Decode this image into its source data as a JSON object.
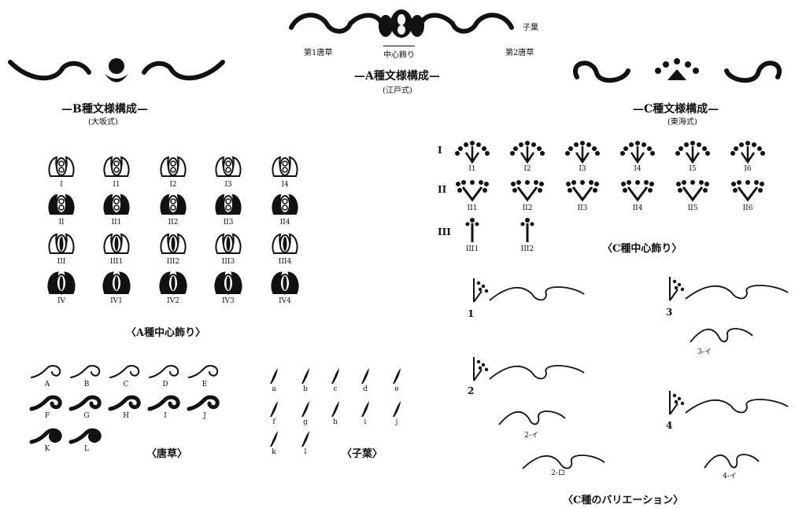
{
  "a_header": {
    "title": "—A種文様構成—",
    "subtitle": "(江戸式)",
    "center": "中心飾り",
    "tang1": "第1唐草",
    "tang2": "第2唐草",
    "leaf": "子葉"
  },
  "b_header": {
    "title": "—B種文様構成—",
    "subtitle": "(大坂式)"
  },
  "c_header": {
    "title": "—C種文様構成—",
    "subtitle": "(東海式)"
  },
  "a_center": {
    "caption": "〈A種中心飾り〉",
    "rows": [
      {
        "labels": [
          "I",
          "I1",
          "I2",
          "I3",
          "I4"
        ],
        "style": "outline"
      },
      {
        "labels": [
          "II",
          "II1",
          "II2",
          "II3",
          "II4"
        ],
        "style": "solid"
      },
      {
        "labels": [
          "III",
          "III1",
          "III2",
          "III3",
          "III4"
        ],
        "style": "outline-stripe"
      },
      {
        "labels": [
          "IV",
          "IV1",
          "IV2",
          "IV3",
          "IV4"
        ],
        "style": "heavy"
      }
    ]
  },
  "karakusa": {
    "caption": "〈唐草〉",
    "labels": [
      "A",
      "B",
      "C",
      "D",
      "E",
      "F",
      "G",
      "H",
      "I",
      "J",
      "K",
      "L"
    ]
  },
  "shiyo": {
    "caption": "〈子葉〉",
    "labels": [
      "a",
      "b",
      "c",
      "d",
      "e",
      "f",
      "g",
      "h",
      "i",
      "j",
      "k",
      "l"
    ]
  },
  "c_center": {
    "caption": "〈C種中心飾り〉",
    "row_labels": [
      "I",
      "II",
      "III"
    ],
    "row1": [
      "I1",
      "I2",
      "I3",
      "I4",
      "I5",
      "I6"
    ],
    "row2": [
      "II1",
      "II2",
      "II3",
      "II4",
      "II5",
      "II6"
    ],
    "row3": [
      "III1",
      "III2"
    ]
  },
  "c_var": {
    "caption": "〈C種のバリエーション〉",
    "labels": [
      "1",
      "2",
      "3",
      "4",
      "2-イ",
      "2-ロ",
      "3-イ",
      "4-イ"
    ]
  }
}
